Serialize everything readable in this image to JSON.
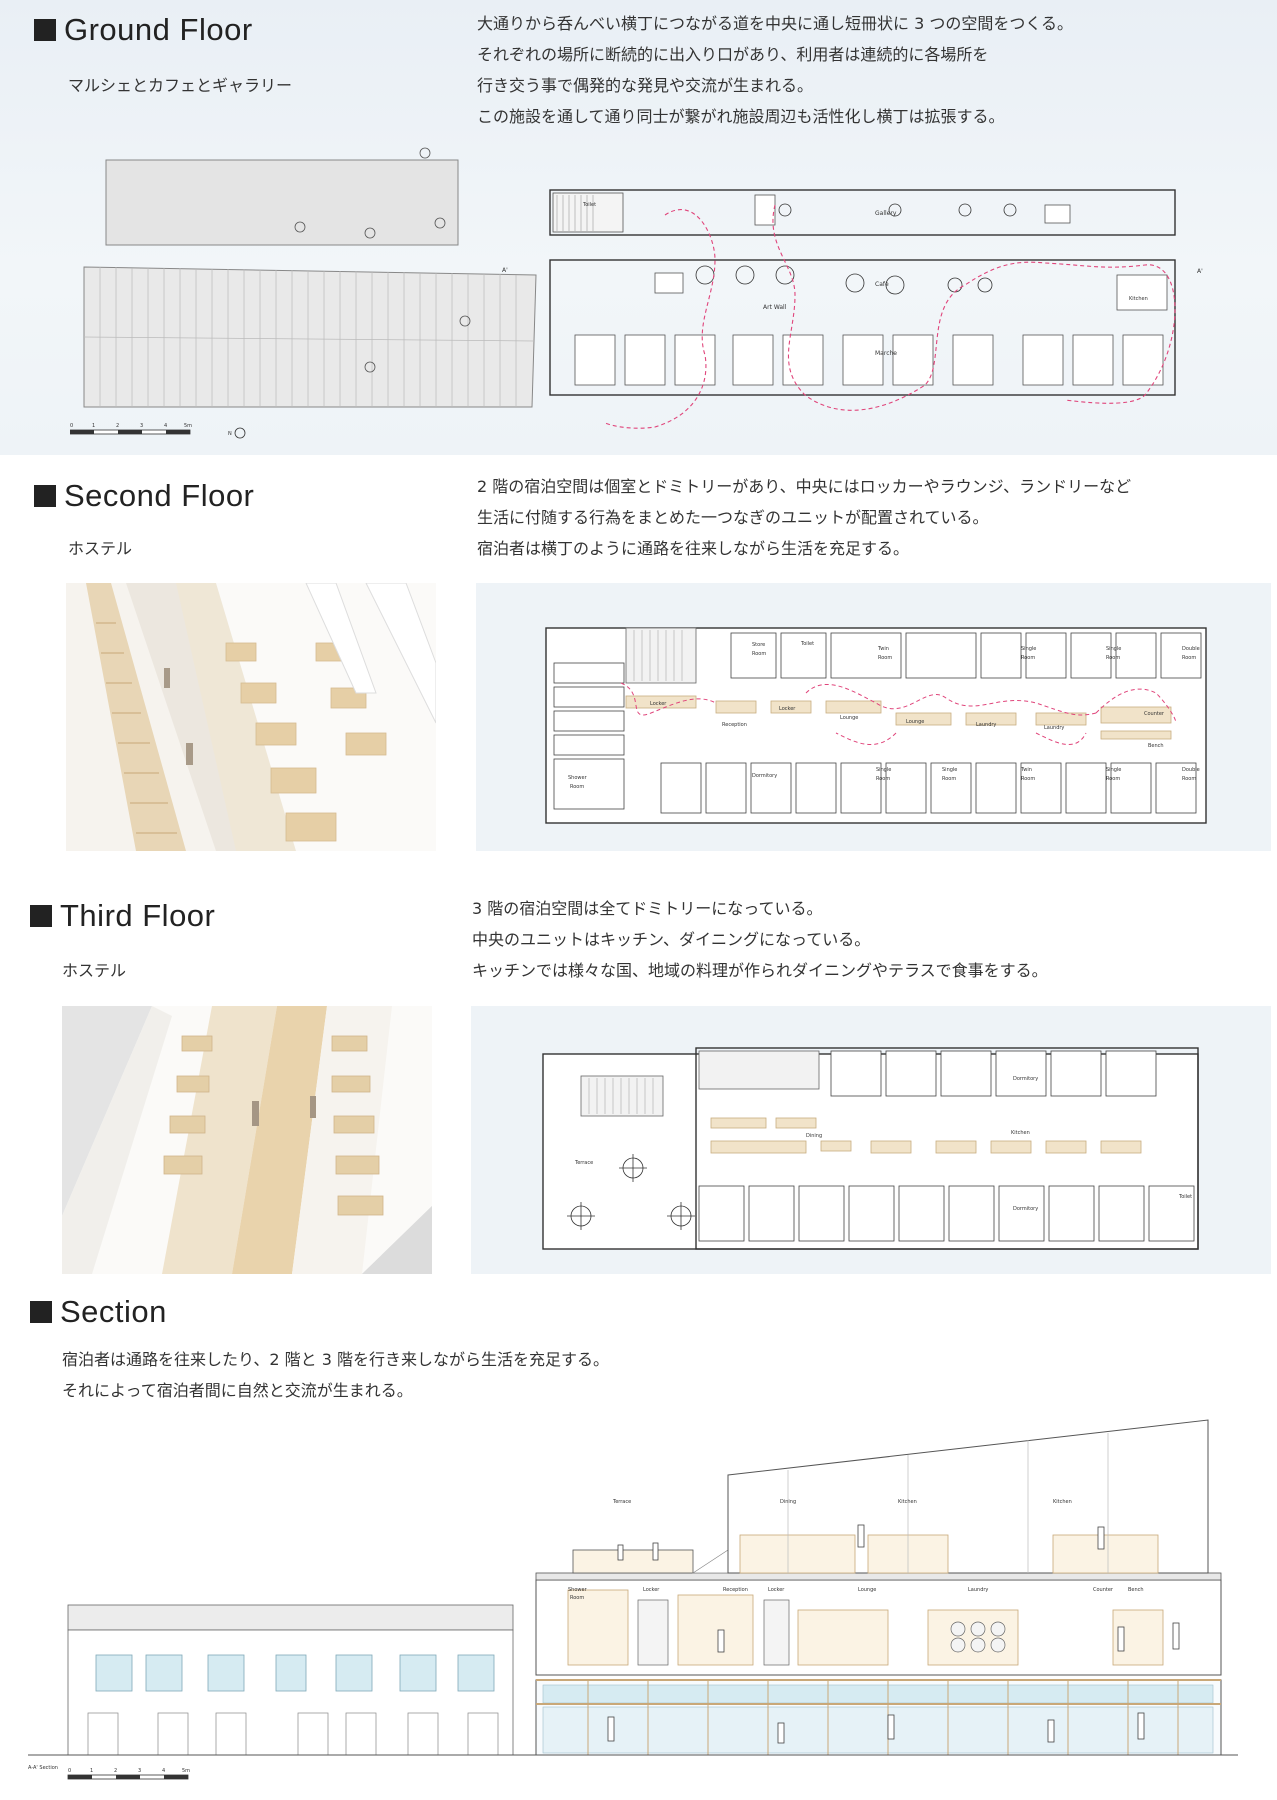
{
  "ground": {
    "title": "Ground Floor",
    "subtitle": "マルシェとカフェとギャラリー",
    "desc": [
      "大通りから呑んべい横丁につながる道を中央に通し短冊状に 3 つの空間をつくる。",
      "それぞれの場所に断続的に出入り口があり、利用者は連続的に各場所を",
      "行き交う事で偶発的な発見や交流が生まれる。",
      "この施設を通して通り同士が繋がれ施設周辺も活性化し横丁は拡張する。"
    ],
    "labels": {
      "toilet": "Toilet",
      "gallery": "Gallery",
      "cafe": "Cafe",
      "art_wall": "Art Wall",
      "kitchen": "Kitchen",
      "marche": "Marche",
      "a_mark": "A'"
    },
    "scale": [
      "0",
      "1",
      "2",
      "3",
      "4",
      "5m"
    ],
    "north": "N"
  },
  "second": {
    "title": "Second Floor",
    "subtitle": "ホステル",
    "desc": [
      "2 階の宿泊空間は個室とドミトリーがあり、中央にはロッカーやラウンジ、ランドリーなど",
      "生活に付随する行為をまとめた一つなぎのユニットが配置されている。",
      "宿泊者は横丁のように通路を往来しながら生活を充足する。"
    ],
    "labels": {
      "store": "Store",
      "room": "Room",
      "toilet": "Toilet",
      "twin": "Twin",
      "single": "Single",
      "double": "Double",
      "locker": "Locker",
      "reception": "Reception",
      "lounge": "Lounge",
      "laundry": "Laundry",
      "counter": "Counter",
      "bench": "Bench",
      "shower": "Shower",
      "dormitory": "Dormitory"
    }
  },
  "third": {
    "title": "Third Floor",
    "subtitle": "ホステル",
    "desc": [
      "3 階の宿泊空間は全てドミトリーになっている。",
      "中央のユニットはキッチン、ダイニングになっている。",
      "キッチンでは様々な国、地域の料理が作られダイニングやテラスで食事をする。"
    ],
    "labels": {
      "terrace": "Terrace",
      "dining": "Dining",
      "kitchen": "Kitchen",
      "dormitory": "Dormitory",
      "toilet": "Toilet"
    }
  },
  "section": {
    "title": "Section",
    "desc": [
      "宿泊者は通路を往来したり、2 階と 3 階を行き来しながら生活を充足する。",
      "それによって宿泊者間に自然と交流が生まれる。"
    ],
    "labels": {
      "terrace": "Terrace",
      "dining": "Dining",
      "kitchen": "Kitchen",
      "shower": "Shower",
      "room": "Room",
      "locker": "Locker",
      "reception": "Reception",
      "lounge": "Lounge",
      "laundry": "Laundry",
      "counter": "Counter",
      "bench": "Bench"
    },
    "caption": "A-A' Section",
    "scale": [
      "0",
      "1",
      "2",
      "3",
      "4",
      "5m"
    ]
  },
  "colors": {
    "path": "#e0457b",
    "wood": "#e8d2b0",
    "wall": "#333333",
    "bg": "#eef3f7",
    "glass": "#cfe6ef"
  }
}
